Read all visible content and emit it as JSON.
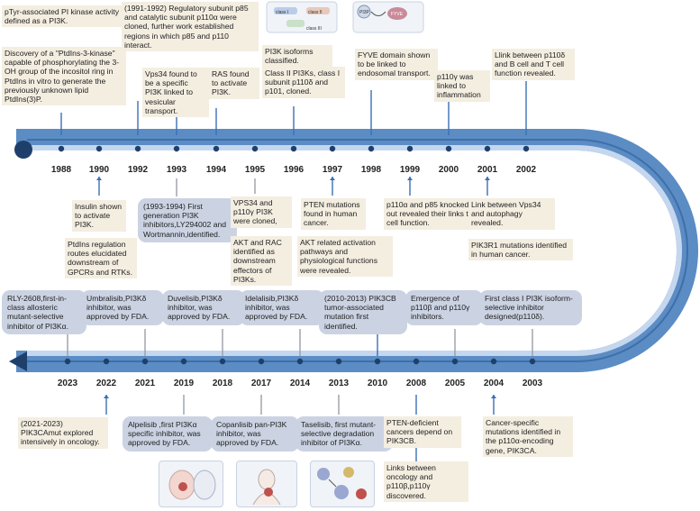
{
  "colors": {
    "timeline_band": "#5b8cc4",
    "timeline_light": "#c5d7ee",
    "dot_dark": "#1f3f6b",
    "connector": "#3b6fb5",
    "grey_connector": "#9aa0a6",
    "beige_box": "#f4eee1",
    "pill_box": "#cbd3e3"
  },
  "top_years": [
    "1988",
    "1990",
    "1992",
    "1993",
    "1994",
    "1995",
    "1996",
    "1997",
    "1998",
    "1999",
    "2000",
    "2001",
    "2002"
  ],
  "bottom_years": [
    "2023",
    "2022",
    "2021",
    "2019",
    "2018",
    "2017",
    "2014",
    "2013",
    "2010",
    "2008",
    "2005",
    "2004",
    "2003"
  ],
  "events": {
    "e1988a": "pTyr-associated PI kinase activity  defined as a PI3K.",
    "e1988b": "Discovery of a \"PtdIns-3-kinase\" capable of phosphorylating the 3-OH group of the incositol ring in PtdIns in vitro to generate the previously unknown lipid PtdIns(3)P.",
    "e1991": "(1991-1992) Regulatory subunit p85 and catalytic subunit p110α were cloned, further work established regions in which p85 and p110 interact.",
    "e1993": "Vps34 found to be a specific PI3K linked to vesicular transport.",
    "e1994": "RAS found to activate PI3K.",
    "e1996a": "PI3K isoforms classified.",
    "e1996b": "Class II PI3Ks, class I subunit p110δ and p101, cloned.",
    "e1998": "FYVE domain shown to be linked to  endosomal transport.",
    "e2000": "p110γ was linked to inflammation",
    "e2002": "Llink between p110δ and B cell and T cell function revealed.",
    "e1990a": "Insulin shown to activate PI3K.",
    "e1990b": "PtdIns regulation routes elucidated downstream of GPCRs and RTKs.",
    "e1993b": "(1993-1994) First generation PI3K inhibitors,LY294002 and Wortmannin,identified.",
    "e1995a": "VPS34  and p110γ PI3K were cloned,",
    "e1995b": "AKT and RAC identified as downstream effectors of PI3Ks.",
    "e1997a": "PTEN mutations found in human cancer.",
    "e1997b": "AKT related activation pathways and physiological functions were revealed.",
    "e1999": "p110α and p85 knocked out revealed their links to  cell function.",
    "e2001a": "Link between Vps34 and  autophagy revealed.",
    "e2001b": "PIK3R1 mutations identified in human cancer.",
    "e2023": "RLY-2608,first-in-class allosteric mutant-selective inhibitor of PI3Kα.",
    "e2022": "Umbralisib,PI3Kδ inhibitor, was approved by FDA.",
    "e2018": "Duvelisib,PI3Kδ inhibitor, was approved by FDA.",
    "e2014": "Idelalisib,PI3Kδ inhibitor, was approved by FDA.",
    "e2010": "(2010-2013) PIK3CB tumor-associated mutation  first identified.",
    "e2005": "Emergence of p110β and p110γ inhibitors.",
    "e2003": "First class I PI3K isoform-selective inhibitor designed(p110δ).",
    "e2021": "(2021-2023) PIK3CAmut explored intensively in oncology.",
    "e2019": "Alpelisib ,first PI3Kα specific inhibitor, was approved by FDA.",
    "e2017": "Copanlisib pan-PI3K inhibitor, was approved by FDA.",
    "e2013": "Taselisib, first mutant-selective degradation inhibitor of PI3Kα.",
    "e2008a": "PTEN-deficient cancers depend on PIK3CB.",
    "e2008b": "Links between oncology and p110β,p110γ discovered.",
    "e2004": "Cancer-specific mutations identified in the p110α-encoding gene, PIK3CA."
  },
  "figure_labels": {
    "class_i": "class I",
    "class_ii": "class II",
    "class_iii": "class III",
    "pi3p": "PI3P",
    "fyve": "FYVE"
  }
}
